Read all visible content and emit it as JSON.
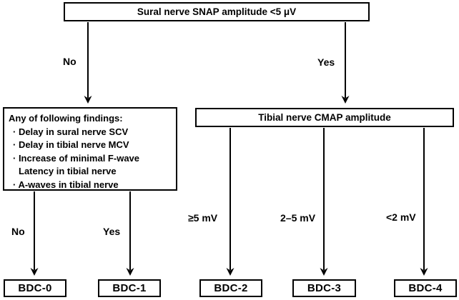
{
  "flowchart": {
    "root_label": "Sural nerve SNAP amplitude <5 μV",
    "branches": {
      "root_no": "No",
      "root_yes": "Yes",
      "findings_no": "No",
      "findings_yes": "Yes",
      "cmap_ge5": "≥5 mV",
      "cmap_2to5": "2–5 mV",
      "cmap_lt2": "<2 mV"
    },
    "findings": {
      "title": "Any of following findings:",
      "items": [
        "· Delay in sural nerve SCV",
        "· Delay in tibial nerve MCV",
        "· Increase of minimal F-wave\nLatency in tibial nerve",
        "· A-waves in tibial nerve"
      ]
    },
    "cmap_label": "Tibial nerve CMAP amplitude",
    "outcomes": [
      "BDC-0",
      "BDC-1",
      "BDC-2",
      "BDC-3",
      "BDC-4"
    ]
  }
}
